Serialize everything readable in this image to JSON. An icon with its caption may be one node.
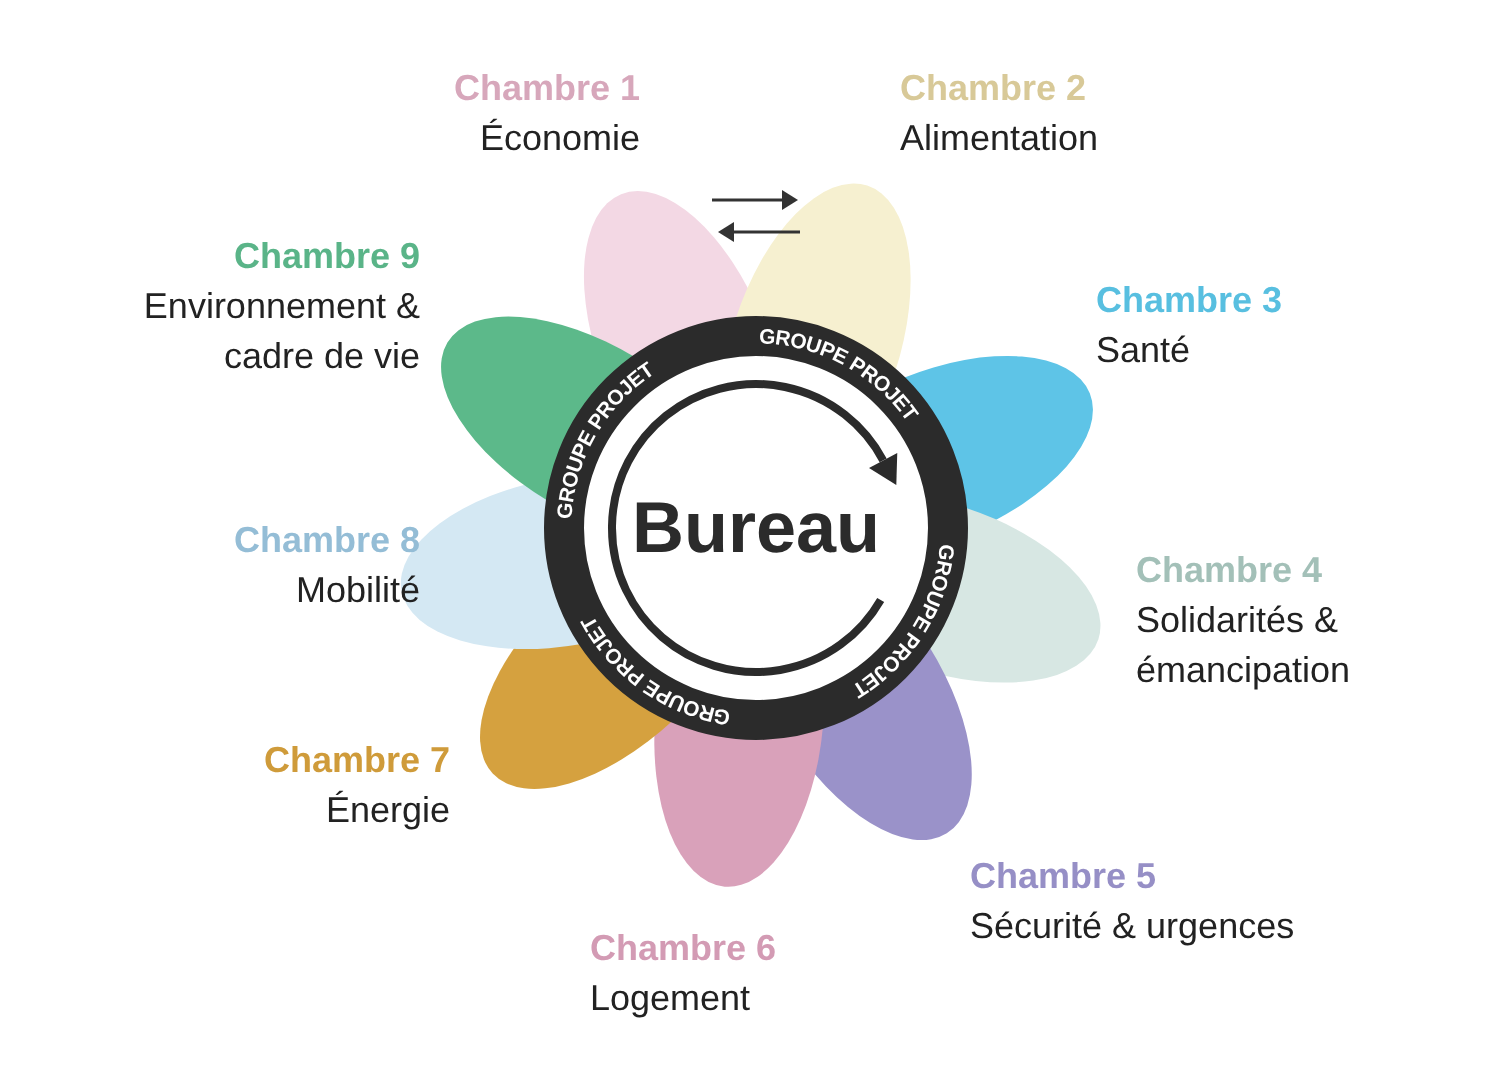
{
  "diagram": {
    "nodes": [
      {
        "text": [
          "Bureau"
        ]
      },
      {
        "text": [
          "Chambre 1",
          "Économie"
        ]
      },
      {
        "text": [
          "Chambre 2",
          "Alimentation"
        ]
      },
      {
        "text": [
          "Chambre 3",
          "Santé"
        ]
      },
      {
        "text": [
          "Chambre 4",
          "Solidarités & émancipation"
        ]
      },
      {
        "text": [
          "Chambre 5",
          "Sécurité & urgences"
        ]
      },
      {
        "text": [
          "Chambre 6",
          "Logement"
        ]
      },
      {
        "text": [
          "Chambre 7",
          "Énergie"
        ]
      },
      {
        "text": [
          "Chambre 8",
          "Mobilité"
        ]
      },
      {
        "text": [
          "Chambre 9",
          "Environnement & cadre de vie"
        ]
      }
    ],
    "labels": [
      "GROUPE PROJET",
      "GROUPE PROJET",
      "GROUPE PROJET",
      "GROUPE PROJET"
    ]
  }
}
